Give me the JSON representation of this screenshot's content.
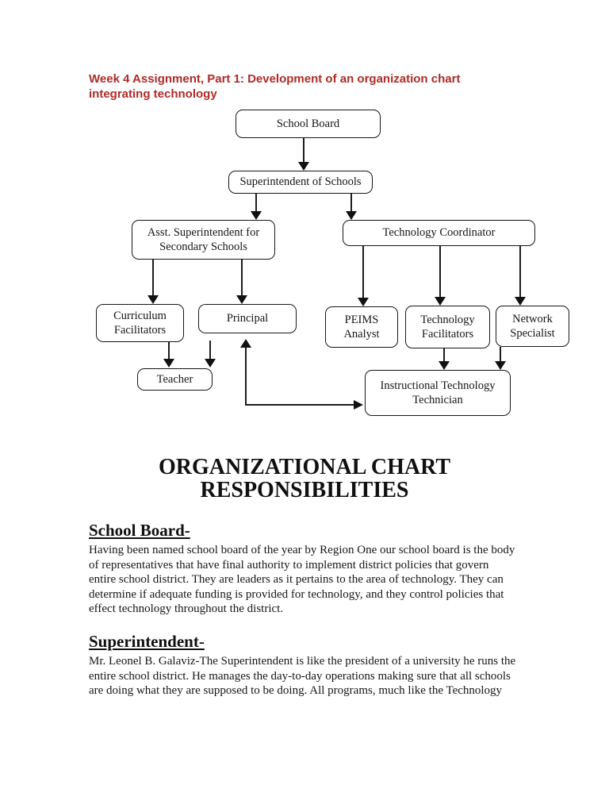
{
  "heading": {
    "text": "Week 4 Assignment, Part 1: Development of an organization chart\nintegrating technology",
    "color": "#b02a27"
  },
  "chart": {
    "nodes": [
      {
        "id": "school-board",
        "label": "School Board"
      },
      {
        "id": "superintendent",
        "label": "Superintendent of Schools"
      },
      {
        "id": "asst-superintendent",
        "label": "Asst. Superintendent for Secondary Schools"
      },
      {
        "id": "technology-coordinator",
        "label": "Technology Coordinator"
      },
      {
        "id": "curriculum-facilitators",
        "label": "Curriculum Facilitators"
      },
      {
        "id": "principal",
        "label": "Principal"
      },
      {
        "id": "peims-analyst",
        "label": "PEIMS Analyst"
      },
      {
        "id": "technology-facilitators",
        "label": "Technology Facilitators"
      },
      {
        "id": "network-specialist",
        "label": "Network Specialist"
      },
      {
        "id": "teacher",
        "label": "Teacher"
      },
      {
        "id": "instructional-technology-technician",
        "label": "Instructional Technology Technician"
      }
    ],
    "edges": [
      {
        "from": "school-board",
        "to": "superintendent",
        "type": "arrow-down"
      },
      {
        "from": "superintendent",
        "to": "asst-superintendent",
        "type": "arrow-down"
      },
      {
        "from": "superintendent",
        "to": "technology-coordinator",
        "type": "arrow-down"
      },
      {
        "from": "asst-superintendent",
        "to": "curriculum-facilitators",
        "type": "arrow-down"
      },
      {
        "from": "asst-superintendent",
        "to": "principal",
        "type": "arrow-down"
      },
      {
        "from": "technology-coordinator",
        "to": "peims-analyst",
        "type": "arrow-down"
      },
      {
        "from": "technology-coordinator",
        "to": "technology-facilitators",
        "type": "arrow-down"
      },
      {
        "from": "technology-coordinator",
        "to": "network-specialist",
        "type": "arrow-down"
      },
      {
        "from": "curriculum-facilitators",
        "to": "teacher",
        "type": "arrow-down"
      },
      {
        "from": "principal",
        "to": "teacher",
        "type": "arrow-down"
      },
      {
        "from": "technology-facilitators",
        "to": "instructional-technology-technician",
        "type": "arrow-down"
      },
      {
        "from": "network-specialist",
        "to": "instructional-technology-technician",
        "type": "arrow-down"
      },
      {
        "from": "instructional-technology-technician",
        "to": "principal",
        "type": "elbow-double-arrow"
      }
    ]
  },
  "title": {
    "text": "ORGANIZATIONAL CHART\nRESPONSIBILITIES"
  },
  "sections": [
    {
      "heading": "School Board-",
      "body": "Having been named school board of the year by Region One our school board is the body\nof representatives that have final authority to implement district policies that govern\nentire school district.  They are leaders as it pertains to the area of technology. They can\ndetermine if adequate funding is provided for technology, and they control policies that\neffect technology throughout the district."
    },
    {
      "heading": "Superintendent-",
      "body": "Mr. Leonel B. Galaviz-The Superintendent is like the president of a university he runs the\nentire school district. He manages the day-to-day operations making sure that all schools\nare doing what they are supposed to be doing.  All programs, much like the Technology"
    }
  ]
}
